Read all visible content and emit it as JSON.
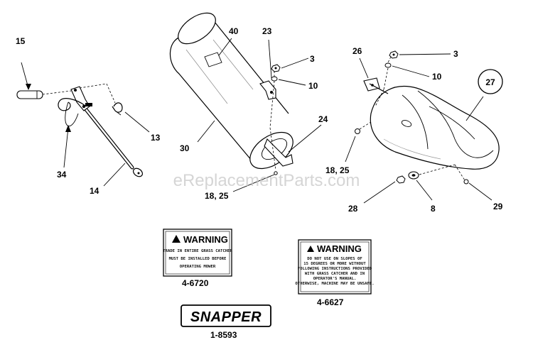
{
  "callouts": {
    "c15": "15",
    "c34": "34",
    "c14": "14",
    "c13": "13",
    "c30": "30",
    "c40": "40",
    "c23": "23",
    "c3a": "3",
    "c10a": "10",
    "c24": "24",
    "c1825a": "18, 25",
    "c26": "26",
    "c3b": "3",
    "c10b": "10",
    "c27": "27",
    "c1825b": "18, 25",
    "c28": "28",
    "c8": "8",
    "c29": "29"
  },
  "decal_4_6720": {
    "title": "WARNING",
    "lines": [
      "TRADE IN ENTIRE GRASS CATCHER",
      "MUST BE INSTALLED BEFORE",
      "OPERATING MOWER"
    ],
    "part_number": "4-6720"
  },
  "decal_4_6627": {
    "title": "WARNING",
    "lines": [
      "DO NOT USE ON SLOPES OF",
      "15 DEGREES OR MORE WITHOUT",
      "FOLLOWING INSTRUCTIONS PROVIDED",
      "WITH GRASS CATCHER AND IN",
      "OPERATOR'S MANUAL.",
      "OTHERWISE, MACHINE MAY BE UNSAFE."
    ],
    "part_number": "4-6627"
  },
  "decal_1_8593": {
    "brand": "SNAPPER",
    "part_number": "1-8593"
  },
  "watermark": "eReplacementParts.com"
}
